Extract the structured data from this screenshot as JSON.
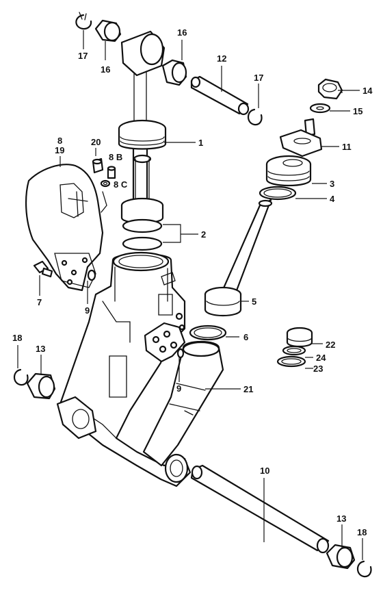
{
  "labels": {
    "p1": "1",
    "p2": "2",
    "p3": "3",
    "p4": "4",
    "p5": "5",
    "p6": "6",
    "p7": "7",
    "p8": "8",
    "p19": "19",
    "p8b": "8 B",
    "p8c": "8 C",
    "p9a": "9",
    "p9b": "9",
    "p10": "10",
    "p11": "11",
    "p12": "12",
    "p13a": "13",
    "p13b": "13",
    "p14": "14",
    "p15": "15",
    "p16a": "16",
    "p16b": "16",
    "p17a": "17",
    "p17b": "17",
    "p18a": "18",
    "p18b": "18",
    "p20": "20",
    "p21": "21",
    "p22": "22",
    "p23": "23",
    "p24": "24"
  }
}
